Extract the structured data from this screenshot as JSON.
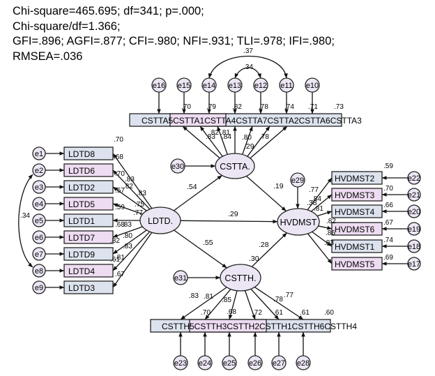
{
  "fit": {
    "line1": "Chi-square=465.695; df=341; p=.000;",
    "line2": "Chi-square/df=1.366;",
    "line3": "GFI=.896; AGFI=.877; CFI=.980; NFI=.931; TLI=.978; IFI=.980;",
    "line4": "RMSEA=.036"
  },
  "colors": {
    "box_fill": "#dde3ee",
    "box_fill_alt": "#eedcf2",
    "ellipse_fill": "#ece6f4",
    "stroke": "#222222"
  },
  "latents": {
    "ldtd": "LDTD.",
    "cstta": "CSTTA.",
    "cstth": "CSTTH.",
    "hvdmst": "HVDMST"
  },
  "ldtd_items": [
    "LDTD8",
    "LDTD6",
    "LDTD2",
    "LDTD5",
    "LDTD1",
    "LDTD7",
    "LDTD9",
    "LDTD4",
    "LDTD3"
  ],
  "ldtd_errors": [
    "e1",
    "e2",
    "e3",
    "e4",
    "e5",
    "e6",
    "e7",
    "e8",
    "e9"
  ],
  "hvd_items": [
    "HVDMST2",
    "HVDMST3",
    "HVDMST4",
    "HVDMST6",
    "HVDMST1",
    "HVDMST5"
  ],
  "hvd_errors": [
    "e22",
    "e21",
    "e20",
    "e19",
    "e18",
    "e17"
  ],
  "hvd_r2": [
    ".59",
    ".70",
    ".66",
    ".67",
    ".74",
    ".69"
  ],
  "cstta_errors": [
    "e16",
    "e15",
    "e14",
    "e13",
    "e12",
    "e11",
    "e10"
  ],
  "cstta_bar": "CSTTA5CSTTA1CSTTA4CSTTA7CSTTA2CSTTA6CSTTA3",
  "cstth_errors": [
    "e23",
    "e24",
    "e25",
    "e26",
    "e27",
    "e28"
  ],
  "cstth_bar": "CSTTH5CSTTH3CSTTH2CSTTH1CSTTH6CSTTH4",
  "disturbances": {
    "e30": "e30",
    "e29": "e29",
    "e31": "e31"
  },
  "paths": {
    "ldtd_cstta": ".54",
    "ldtd_hvdmst": ".29",
    "ldtd_cstth": ".55",
    "cstta_hvdmst": ".19",
    "cstth_hvdmst": ".28",
    "cstta_r2": ".29",
    "cstth_r2": ".30",
    "hvdmst_r2": ".38"
  },
  "covariances": {
    "e14_e11": ".37",
    "e13_e12": ".34",
    "e5_e8": ".34"
  },
  "ldtd_labels": [
    ".70",
    ".68",
    ".70",
    ".83",
    ".82",
    ".83",
    ".57",
    ".75",
    ".59",
    ".77",
    ".68",
    ".83",
    ".80",
    ".82",
    ".83",
    ".81",
    ".67",
    ".61"
  ],
  "hvd_labels": [
    ".77",
    ".84",
    ".81",
    ".82",
    ".86",
    ".83"
  ],
  "cstta_labels": [
    ".73",
    ".70",
    ".79",
    ".82",
    ".78",
    ".74",
    ".71",
    ".83",
    ".82",
    ".84",
    ".78",
    ".80",
    ".81"
  ],
  "cstth_labels": [
    ".83",
    ".81",
    ".85",
    ".78",
    ".77",
    ".70",
    ".68",
    ".72",
    ".61",
    ".61",
    ".60"
  ]
}
